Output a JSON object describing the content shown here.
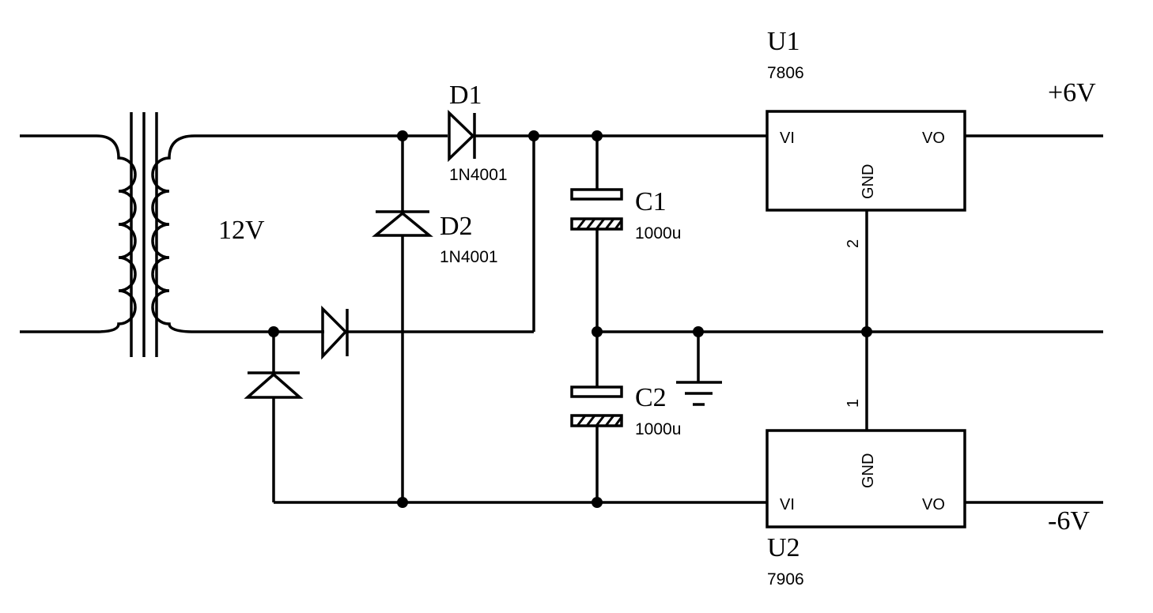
{
  "transformer": {
    "secondary_label": "12V"
  },
  "diodes": {
    "d1": {
      "ref": "D1",
      "value": "1N4001"
    },
    "d2": {
      "ref": "D2",
      "value": "1N4001"
    }
  },
  "capacitors": {
    "c1": {
      "ref": "C1",
      "value": "1000u"
    },
    "c2": {
      "ref": "C2",
      "value": "1000u"
    }
  },
  "regulators": {
    "u1": {
      "ref": "U1",
      "value": "7806",
      "pin_in": "VI",
      "pin_out": "VO",
      "pin_gnd": "GND",
      "gnd_pin_number": "2"
    },
    "u2": {
      "ref": "U2",
      "value": "7906",
      "pin_in": "VI",
      "pin_out": "VO",
      "pin_gnd": "GND",
      "gnd_pin_number": "1"
    }
  },
  "outputs": {
    "positive": "+6V",
    "negative": "-6V"
  },
  "colors": {
    "ink": "#000000",
    "background": "#ffffff"
  }
}
